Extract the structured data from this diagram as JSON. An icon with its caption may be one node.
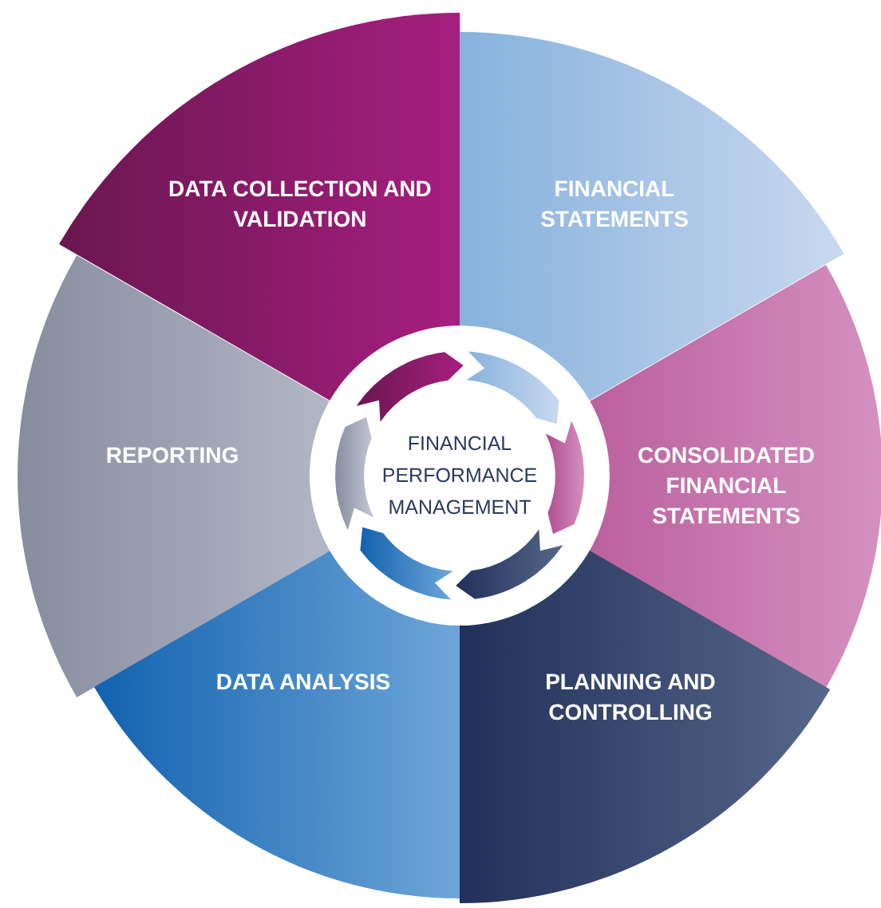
{
  "diagram": {
    "nodes": [
      {
        "text": [
          "DATA COLLECTION AND VALIDATION"
        ]
      },
      {
        "text": [
          "FINANCIAL STATEMENTS"
        ]
      },
      {
        "text": [
          "REPORTING"
        ]
      },
      {
        "text": [
          "FINANCIAL PERFORMANCE MANAGEMENT"
        ]
      },
      {
        "text": [
          "CONSOLIDATED FINANCIAL STATEMENTS"
        ]
      },
      {
        "text": [
          "DATA ANALYSIS"
        ]
      },
      {
        "text": [
          "PLANNING AND CONTROLLING"
        ]
      }
    ]
  }
}
